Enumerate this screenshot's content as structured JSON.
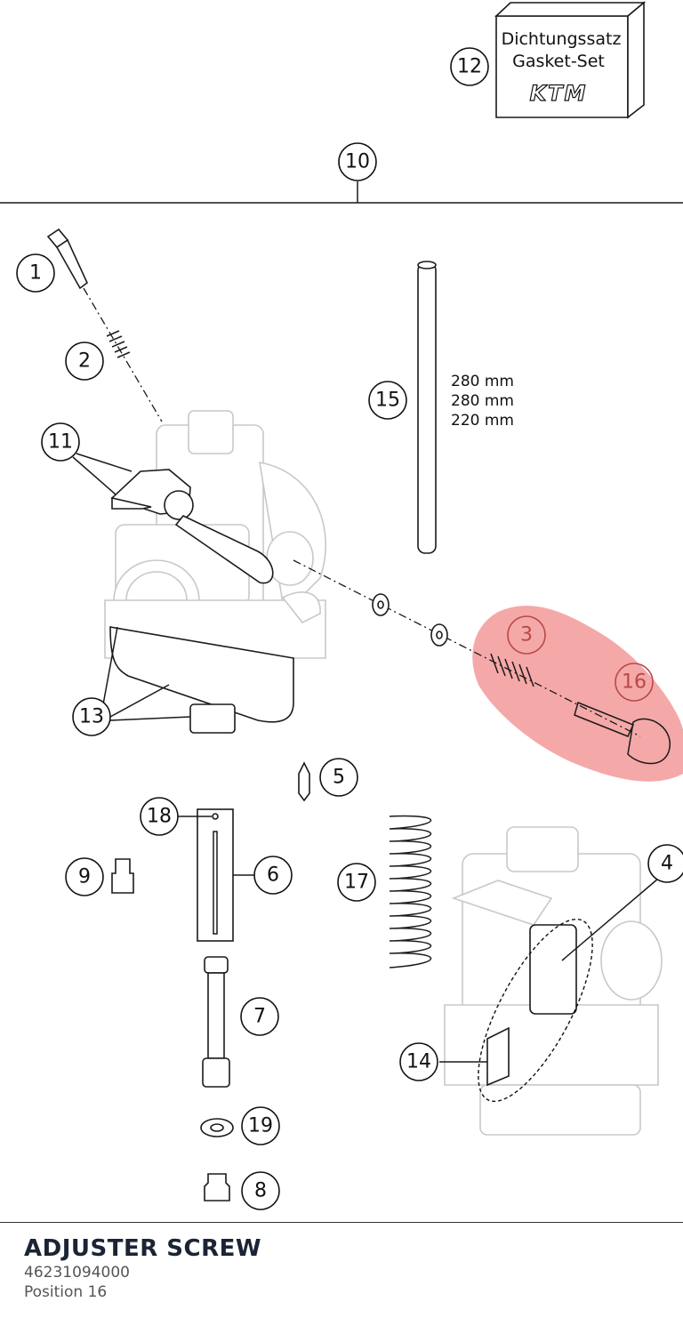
{
  "gasket_box": {
    "line1": "Dichtungssatz",
    "line2": "Gasket-Set",
    "logo_text": "KTM"
  },
  "dimensions": [
    "280 mm",
    "280 mm",
    "220 mm"
  ],
  "callouts": {
    "c1": "1",
    "c2": "2",
    "c3": "3",
    "c4": "4",
    "c5": "5",
    "c6": "6",
    "c7": "7",
    "c8": "8",
    "c9": "9",
    "c10": "10",
    "c11": "11",
    "c12": "12",
    "c13": "13",
    "c14": "14",
    "c15": "15",
    "c16": "16",
    "c17": "17",
    "c18": "18",
    "c19": "19"
  },
  "highlight": {
    "color": "#f28b8b",
    "positions": [
      "3",
      "16"
    ]
  },
  "part": {
    "name": "ADJUSTER SCREW",
    "number": "46231094000",
    "position": "Position 16"
  }
}
